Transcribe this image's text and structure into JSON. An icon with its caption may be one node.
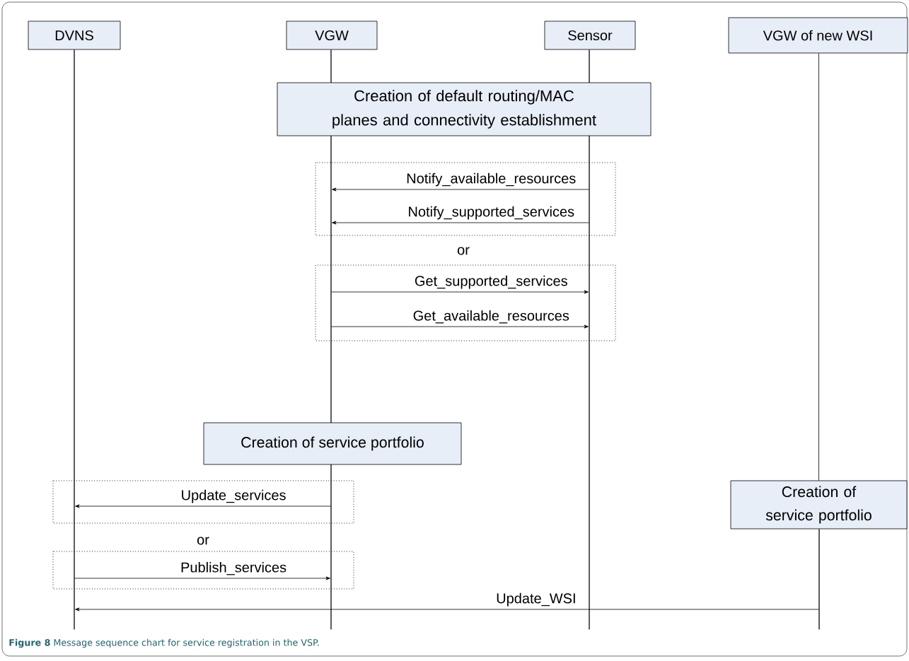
{
  "diagram": {
    "caption": "**Figure 8** Message sequence chart for service registration in the VSP.",
    "nodes": [
      {
        "text": [
          "DVNS"
        ]
      },
      {
        "text": [
          "VGW"
        ]
      },
      {
        "text": [
          "Sensor"
        ]
      },
      {
        "text": [
          "VGW of new WSI"
        ]
      },
      {
        "text": [
          "Creation of default routing/MAC planes and connectivity establishment"
        ]
      },
      {
        "text": [
          "Creation of service portfolio"
        ]
      },
      {
        "text": [
          "Creation of service portfolio"
        ]
      },
      {
        "text": [],
        "shape": "line"
      },
      {
        "text": [],
        "shape": "line"
      },
      {
        "text": [],
        "shape": "line"
      },
      {
        "text": [],
        "shape": "line"
      }
    ],
    "edges": [
      {
        "from": 9,
        "to": 8,
        "arrow": "to",
        "label": "Notify_available_resources"
      },
      {
        "from": 9,
        "to": 8,
        "arrow": "to",
        "label": "Notify_supported_services"
      },
      {
        "from": 8,
        "to": 9,
        "arrow": "to",
        "label": "Get_supported_services"
      },
      {
        "from": 8,
        "to": 9,
        "arrow": "to",
        "label": "Get_available_resources"
      },
      {
        "from": 8,
        "to": 7,
        "arrow": "to",
        "label": "Update_services"
      },
      {
        "from": 7,
        "to": 8,
        "arrow": "to",
        "label": "Publish_services"
      },
      {
        "from": 10,
        "to": 7,
        "arrow": "to",
        "label": "Update_WSI"
      },
      {
        "from": 3,
        "to": 6,
        "arrow": "none"
      }
    ],
    "labels": [
      "or",
      "or"
    ]
  }
}
